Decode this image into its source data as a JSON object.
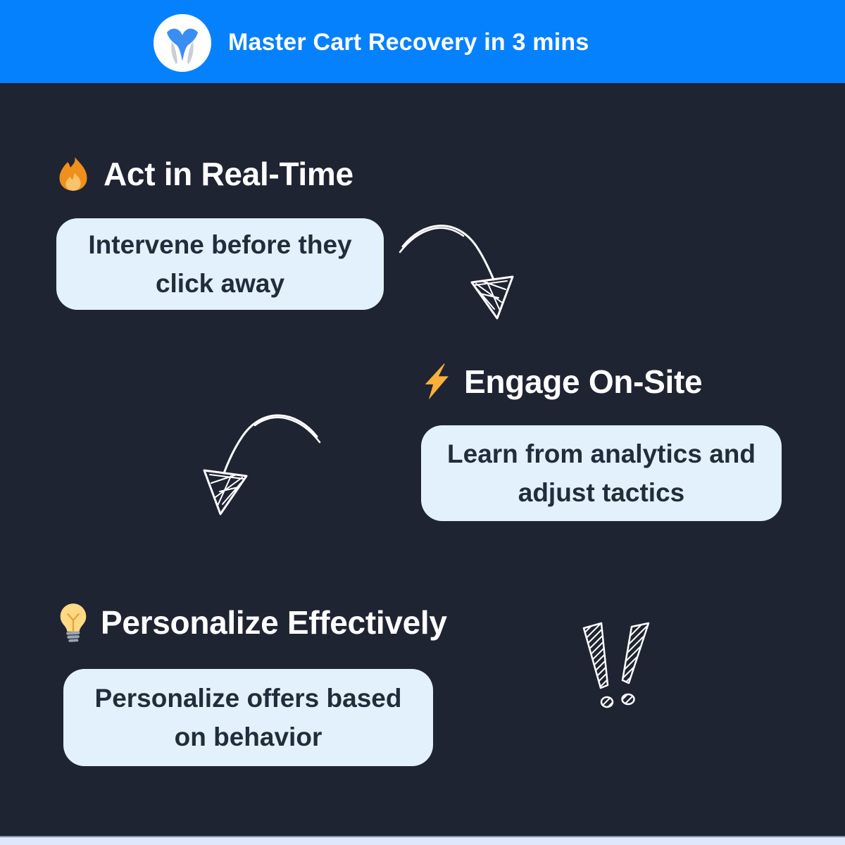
{
  "header": {
    "title": "Master Cart Recovery in 3 mins",
    "logo_icon": "whale-tail-logo"
  },
  "steps": [
    {
      "icon": "fire-icon",
      "title": "Act in Real-Time",
      "card_lines": [
        "Intervene before they",
        "click away"
      ]
    },
    {
      "icon": "lightning-icon",
      "title": "Engage On-Site",
      "card_lines": [
        "Learn from analytics and",
        "adjust tactics"
      ]
    },
    {
      "icon": "bulb-icon",
      "title": "Personalize Effectively",
      "card_lines": [
        "Personalize offers based",
        "on behavior"
      ]
    }
  ],
  "decorations": {
    "arrow_1": "sketch-arrow-down-right",
    "arrow_2": "sketch-arrow-down-left",
    "exclamation": "double-exclamation-sketch"
  },
  "colors": {
    "header_bar": "#0681fe",
    "background": "#1e2432",
    "card_bg": "#e3f1fd",
    "card_text": "#212d3d",
    "heading_text": "#ffffff",
    "footer_strip": "#dfe8fa",
    "flame_orange": "#ef8f1c",
    "bolt_yellow": "#fbb03c",
    "bulb_yellow": "#ffd983"
  }
}
